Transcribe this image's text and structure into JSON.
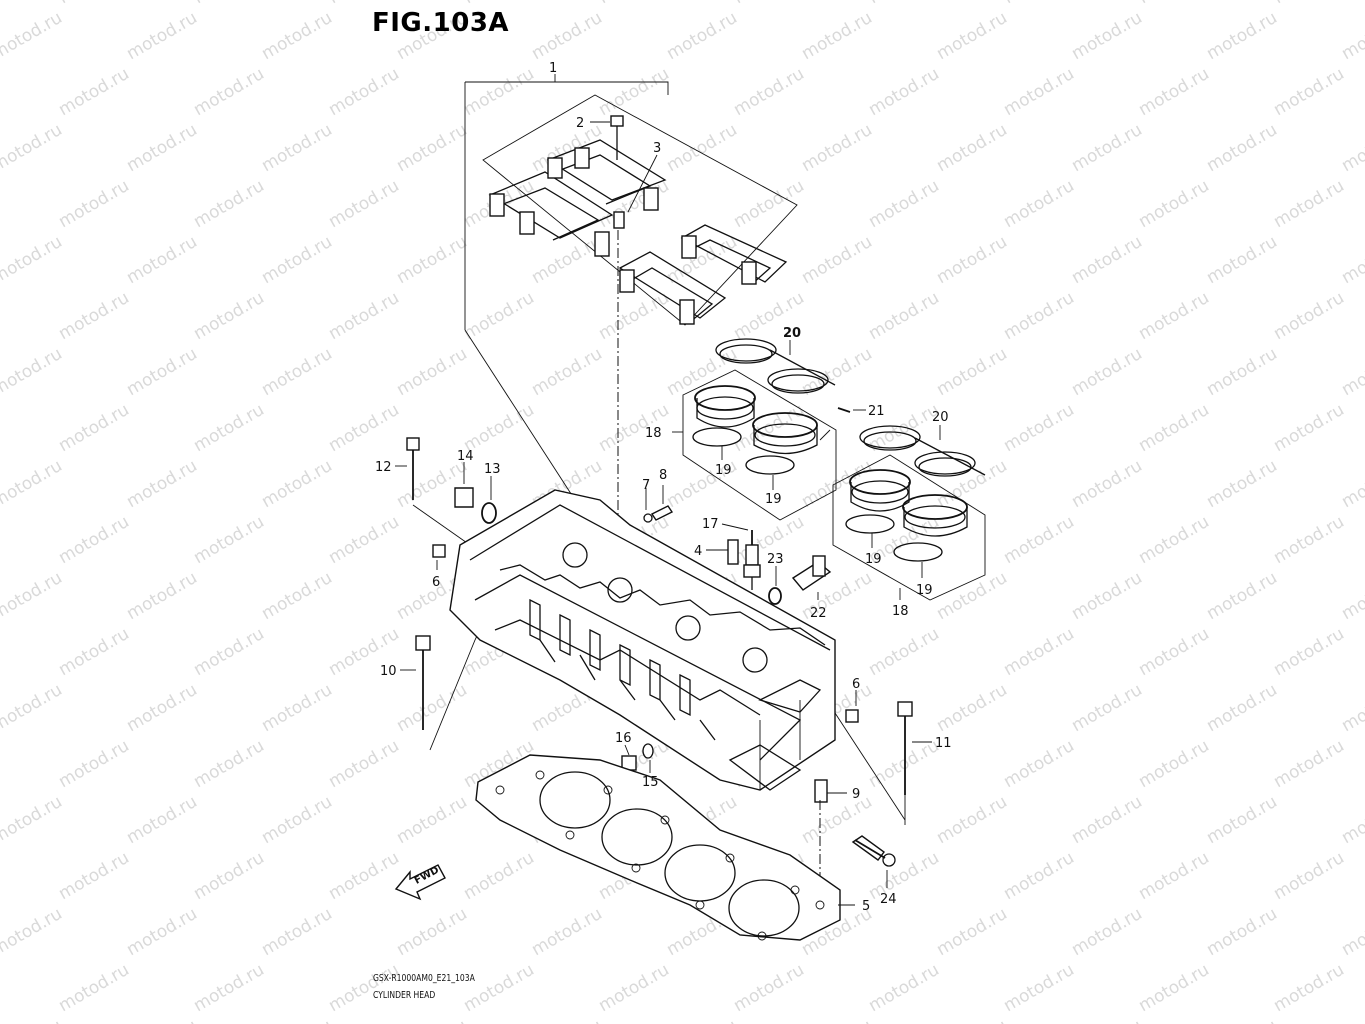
{
  "title": "FIG.103A",
  "watermark": "motod.ru",
  "footer": {
    "code": "GSX-R1000AM0_E21_103A",
    "name": "CYLINDER HEAD"
  },
  "fwd_label": "FWD",
  "callouts": {
    "c1": "1",
    "c2": "2",
    "c3": "3",
    "c4": "4",
    "c5": "5",
    "c6a": "6",
    "c6b": "6",
    "c7": "7",
    "c8": "8",
    "c9": "9",
    "c10": "10",
    "c11": "11",
    "c12": "12",
    "c13": "13",
    "c14": "14",
    "c15": "15",
    "c16": "16",
    "c17": "17",
    "c18a": "18",
    "c18b": "18",
    "c19a": "19",
    "c19b": "19",
    "c19c": "19",
    "c19d": "19",
    "c20a": "20",
    "c20b": "20",
    "c21": "21",
    "c22": "22",
    "c23": "23",
    "c24": "24"
  },
  "colors": {
    "line": "#111111",
    "watermark": "#d9d9d9",
    "background": "#ffffff"
  }
}
